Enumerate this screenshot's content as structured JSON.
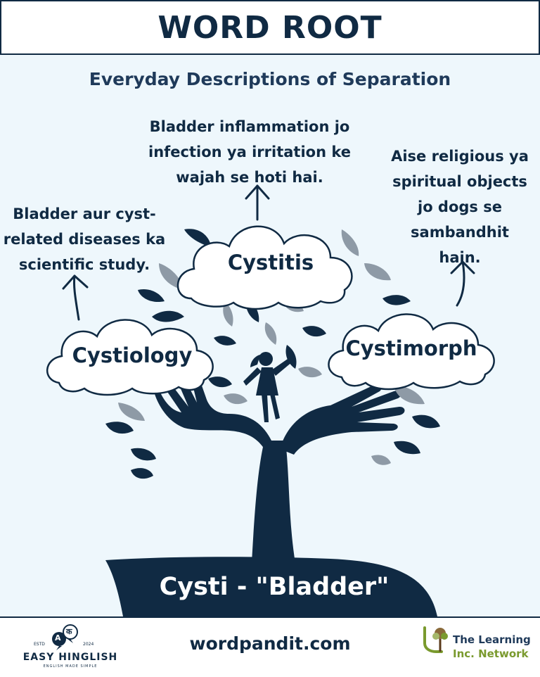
{
  "header": {
    "title": "WORD ROOT"
  },
  "subtitle": "Everyday Descriptions of Separation",
  "branches": {
    "center": {
      "word": "Cystitis",
      "description_lines": [
        "Bladder inflammation jo",
        "infection ya irritation ke",
        "wajah se hoti hai."
      ]
    },
    "left": {
      "word": "Cystiology",
      "description_lines": [
        "Bladder aur cyst-",
        "related diseases ka",
        "scientific study."
      ]
    },
    "right": {
      "word": "Cystimorph",
      "description_lines": [
        "Aise religious ya",
        "spiritual objects",
        "jo dogs se",
        "sambandhit",
        "hain."
      ]
    }
  },
  "root": {
    "label": "Cysti - \"Bladder\""
  },
  "footer": {
    "site": "wordpandit.com",
    "easy_hinglish": {
      "brand": "EASY HINGLISH",
      "tagline": "ENGLISH MADE SIMPLE",
      "estd": "ESTD",
      "year": "2024",
      "letter_a": "A",
      "letter_ka": "क"
    },
    "learning_network": {
      "line1": "The Learning",
      "line2": "Inc. Network"
    }
  },
  "colors": {
    "navy": "#102a43",
    "background": "#eef7fc",
    "leaf_grey": "#8e9aa6",
    "accent_green": "#7a9a2e"
  },
  "icons": [
    "up-arrow-icon",
    "leaf-icon",
    "hands-icon",
    "child-icon",
    "easy-hinglish-logo-icon",
    "learning-network-tree-icon"
  ]
}
